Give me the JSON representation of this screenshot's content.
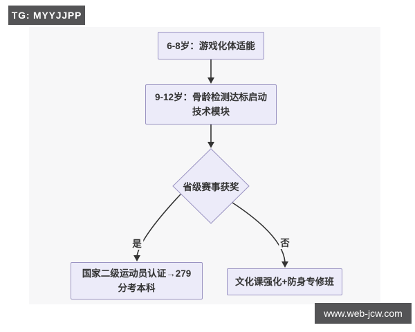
{
  "overlays": {
    "telegram_badge": {
      "text": "TG: MYYJJPP",
      "bg": "#545456",
      "text_color": "#FFFFFF"
    },
    "website_watermark": {
      "text": "www.web-jcw.com",
      "bg": "#545456",
      "text_color": "#FFFFFF"
    }
  },
  "flowchart": {
    "type": "flowchart",
    "nodes": {
      "age_6_8": {
        "shape": "rectangle",
        "lines": [
          "6-8岁：游戏化体适能"
        ]
      },
      "age_9_12": {
        "shape": "rectangle",
        "lines": [
          "9-12岁：骨龄检测达标启动",
          "技术模块"
        ]
      },
      "decision": {
        "shape": "diamond",
        "lines": [
          "省级赛事获奖"
        ]
      },
      "yes_outcome": {
        "shape": "rectangle",
        "lines": [
          "国家二级运动员认证→279",
          "分考本科"
        ]
      },
      "no_outcome": {
        "shape": "rectangle",
        "lines": [
          "文化课强化+防身专修班"
        ]
      }
    },
    "edges": [
      {
        "from": "age_6_8",
        "to": "age_9_12",
        "label": ""
      },
      {
        "from": "age_9_12",
        "to": "decision",
        "label": ""
      },
      {
        "from": "decision",
        "to": "yes_outcome",
        "label": "是"
      },
      {
        "from": "decision",
        "to": "no_outcome",
        "label": "否"
      }
    ],
    "edge_labels": {
      "yes": "是",
      "no": "否"
    },
    "colors": {
      "node_fill": "#ECEBF9",
      "node_border": "#9A93C2",
      "edge_line": "#333333",
      "text": "#333333",
      "panel_bg": "#F7F7F8"
    }
  }
}
